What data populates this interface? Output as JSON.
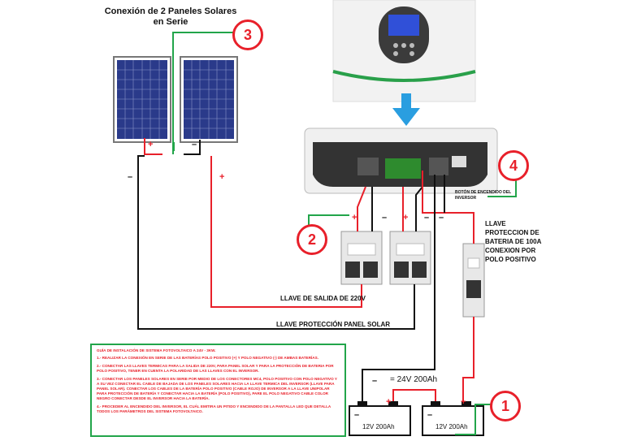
{
  "title": "Conexión de 2 Paneles Solares\nen Serie",
  "callouts": [
    "3",
    "2",
    "4",
    "1"
  ],
  "labels": {
    "boton": "BOTÓN DE ENCENDIDO DEL INVERSOR",
    "llave_proteccion": "LLAVE PROTECCION DE BATERIA DE 100A CONEXION POR POLO POSITIVO",
    "llave_salida": "LLAVE DE SALIDA DE 220V",
    "llave_panel": "LLAVE PROTECCIÓN PANEL SOLAR",
    "voltage": "= 24V 200Ah",
    "battery1": "12V 200Ah",
    "battery2": "12V 200Ah"
  },
  "polarity": {
    "plus": "+",
    "minus": "–"
  },
  "guide": {
    "title": "GUÍA DE INSTALACIÓN DE SISTEMA FOTOVOLTAICO A 24V - 3KW.",
    "steps": [
      "1.- REALIZAR LA CONEXIÓN EN SERIE DE LAS BATERÍAS POLO POSITIVO (+) Y POLO NEGATIVO (-) DE AMBAS BATERÍAS.",
      "2.- CONECTAR LAS LLAVES TERMICAS PARA LA SALIDA DE 220V, PARA PANEL SOLAR Y PARA LA PROTECCIÓN DE BATERIA POR POLO POSITIVO, TENER EN CUENTA LA POLARIDAD DE LAS LLAVES CON EL INVERSOR.",
      "3.- CONECTAR LOS PANELES SOLARES EN SERIE POR MEDIO DE LOS CONECTORES MC4, POLO POSITIVO CON POLO NEGATIVO Y A SU VEZ CONECTAR EL CABLE DE BAJADA DE LOS PANELES SOLARES HACIA LA LLAVE TERMICA DEL INVERSOR (LLAVE PARA PANEL SOLAR). CONECTAR LOS CABLES DE LA BATERÍA POLO POSITIVO (CABLE ROJO) DE INVERSOR A LA LLAVE UNIPOLAR PARA PROTECCIÓN DE BATERÍA Y CONECTAR HACIA LA BATERÍA (POLO POSITIVO), PARE EL POLO NEGATIVO CABLE COLOR NEGRO CONECTAR DESDE EL INVERSOR HACIA LA BATERÍA.",
      "4.- PROCEDER AL ENCENDIDO DEL INVERSOR, EL CUÁL EMITIRA UN PITIDO Y ENCENDIDO DE LA PANTALLA LED QUE DETALLA TODOS LOS PARÁMETROS DEL SISTEMA FOTOVOLTAICO."
    ]
  },
  "colors": {
    "red": "#e8202a",
    "green": "#22a54a",
    "black": "#111111",
    "arrow": "#2a9ee0",
    "panel": "#2a3a8a"
  }
}
